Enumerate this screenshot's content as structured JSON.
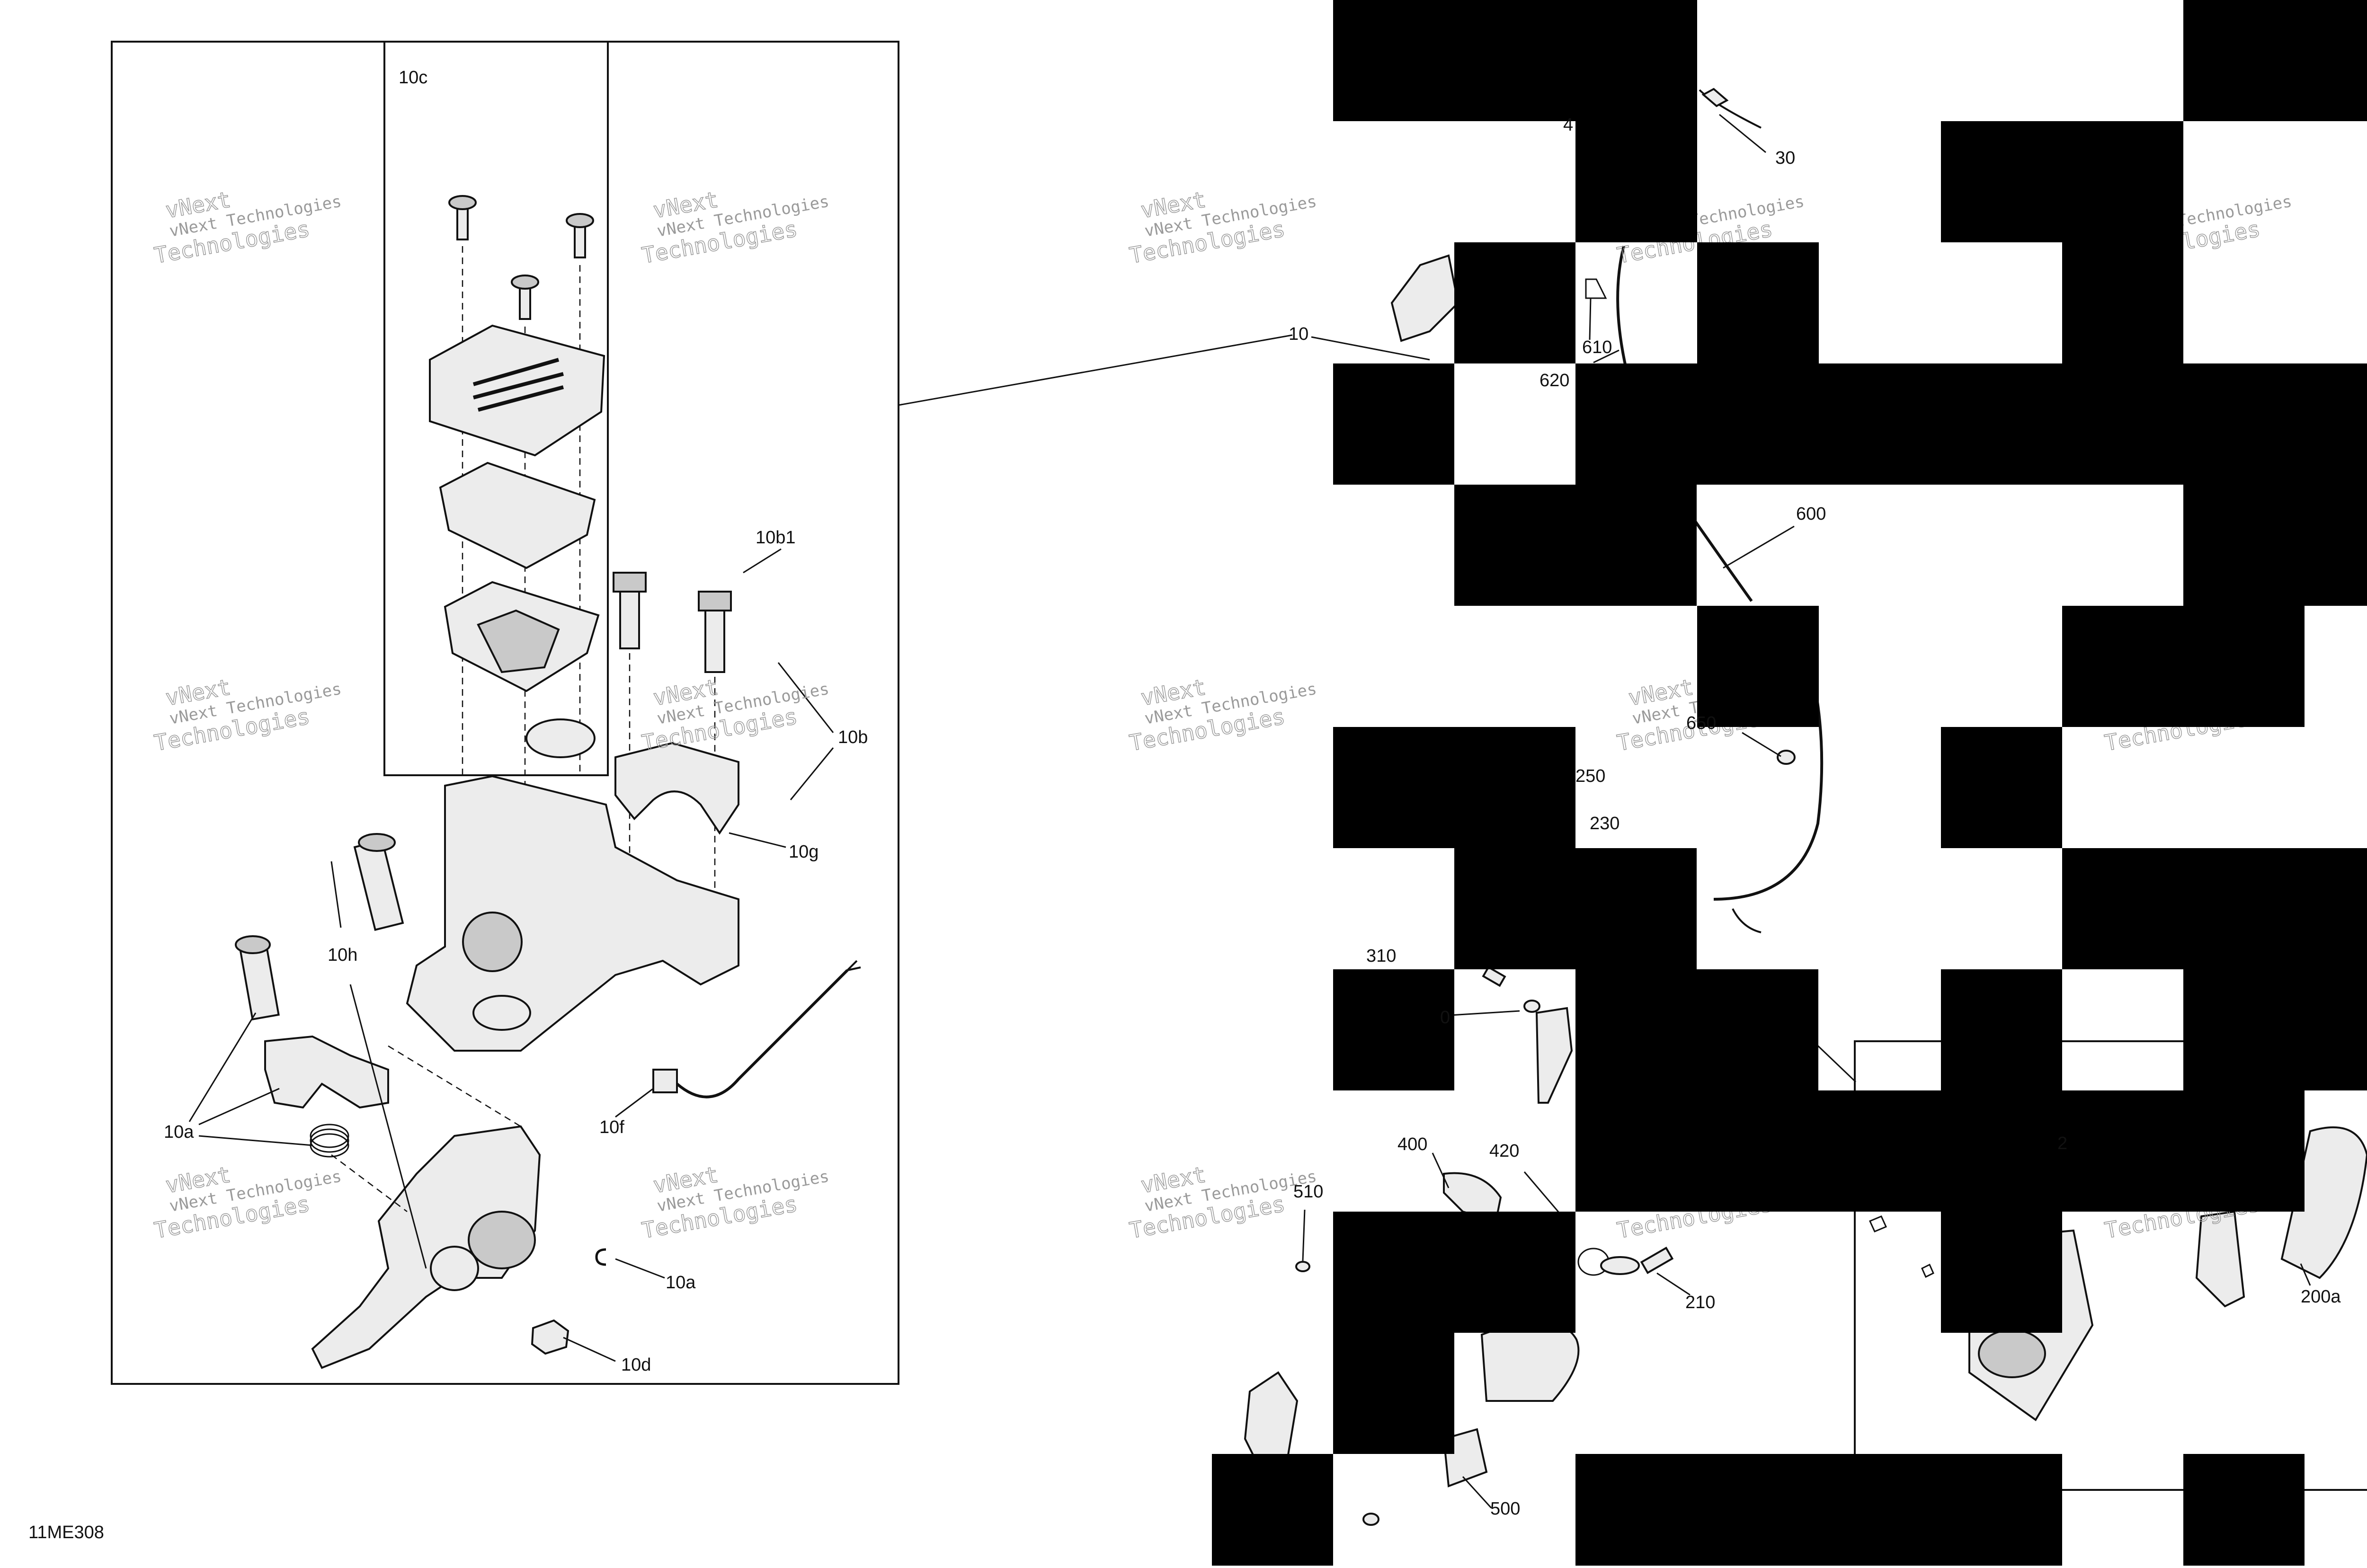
{
  "diagram": {
    "drawing_number": "11ME308",
    "watermark": {
      "line1": "vNext",
      "line2": "vNext Technologies",
      "line3": "Technologies"
    },
    "callouts": {
      "c10c": "10c",
      "c10b1": "10b1",
      "c10b": "10b",
      "c10g": "10g",
      "c10h": "10h",
      "c10f": "10f",
      "c10a_left": "10a",
      "c10a_lower": "10a",
      "c10d": "10d",
      "c10": "10",
      "c30": "30",
      "c40_partial": "4",
      "c610": "610",
      "c620": "620",
      "c600": "600",
      "c650_partial": "650",
      "c250": "250",
      "c230": "230",
      "c310": "310",
      "c300_partial": "0",
      "c400": "400",
      "c420": "420",
      "c510": "510",
      "c210": "210",
      "c500": "500",
      "c200a": "200a",
      "c2_partial": "2"
    }
  }
}
